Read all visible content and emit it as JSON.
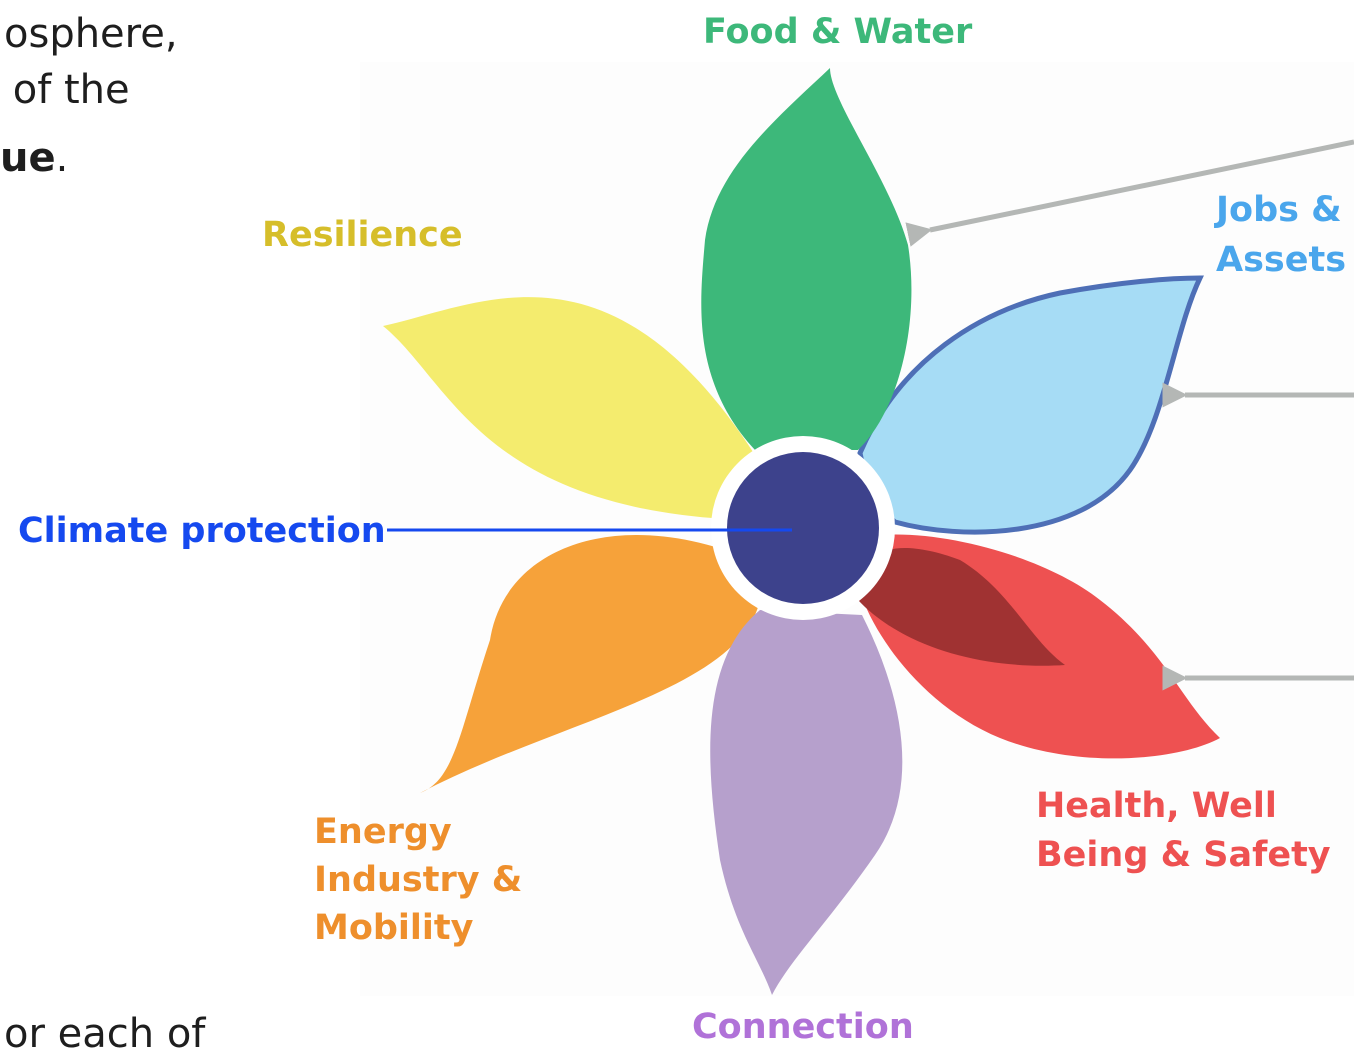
{
  "intro_text": {
    "line1": "osphere,",
    "line2": " of the",
    "line3_bold": "ue",
    "line3_end": ".",
    "bottom": "or each of"
  },
  "petals": {
    "food": {
      "label": "Food & Water",
      "color": "#3db87a"
    },
    "jobs": {
      "label_line1": "Jobs &",
      "label_line2": "Assets",
      "color": "#a6dcf5",
      "label_color": "#4aa6ec",
      "outline": "#4e6fb6"
    },
    "health": {
      "label_line1": "Health, Well",
      "label_line2": "Being & Safety",
      "color": "#ee5151",
      "inner": "#a03232"
    },
    "connection": {
      "label": "Connection",
      "color": "#b6a0cc",
      "label_color": "#b072d8"
    },
    "energy": {
      "label_line1": "Energy",
      "label_line2": "Industry &",
      "label_line3": "Mobility",
      "color": "#f6a23a",
      "label_color": "#ee8f2c"
    },
    "resilience": {
      "label": "Resilience",
      "color": "#f4ec6e",
      "label_color": "#d6be2a"
    }
  },
  "center": {
    "label": "Climate protection",
    "color": "#3d428c",
    "label_color": "#1549ef"
  },
  "arrow_color": "#b4b7b5"
}
